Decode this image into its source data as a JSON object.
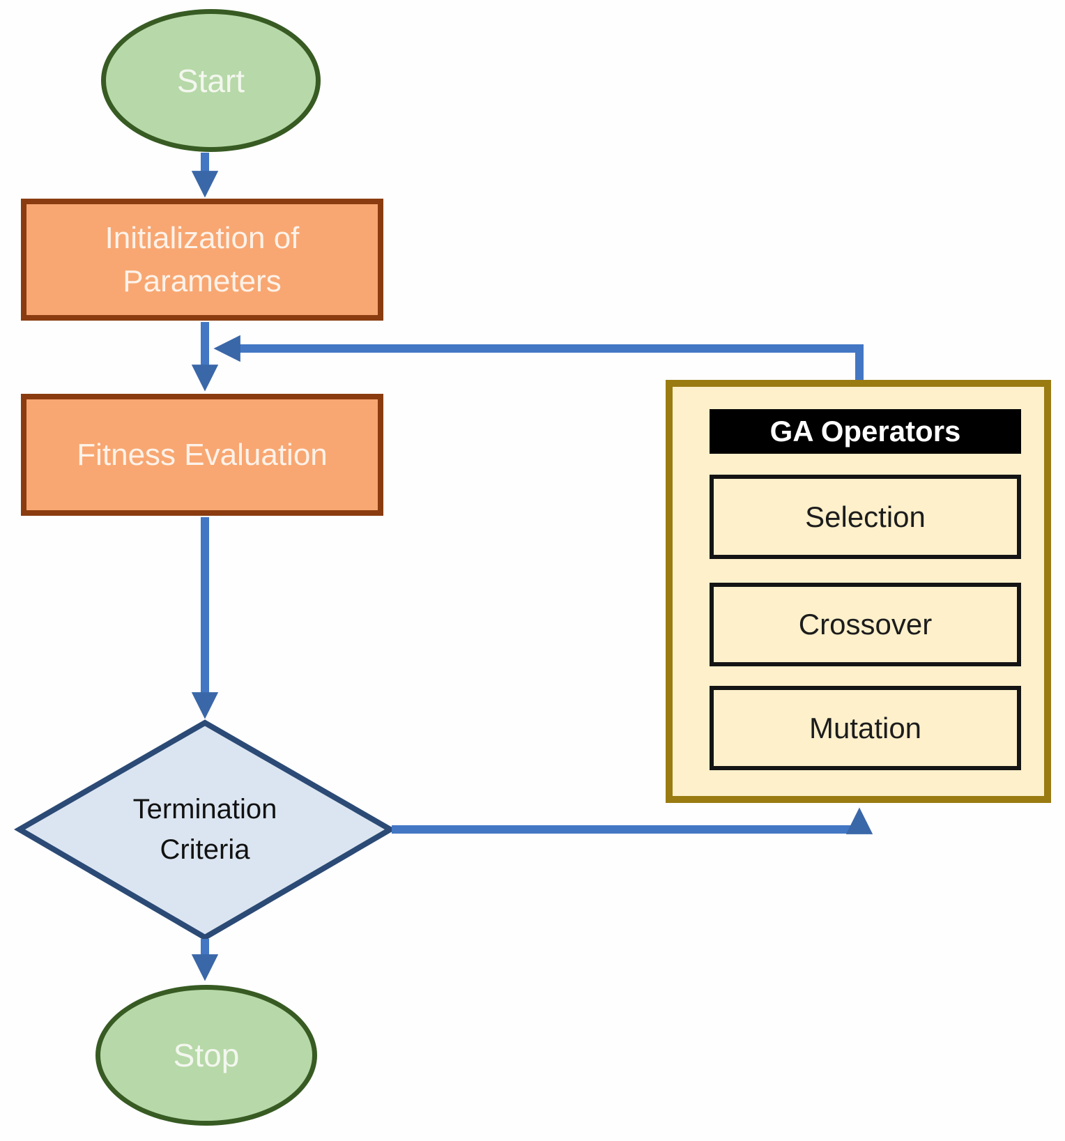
{
  "nodes": {
    "start": {
      "label": "Start",
      "type": "terminator"
    },
    "initialization": {
      "label": "Initialization of Parameters",
      "type": "process"
    },
    "fitness_evaluation": {
      "label": "Fitness Evaluation",
      "type": "process"
    },
    "termination_criteria": {
      "label": "Termination Criteria",
      "type": "decision"
    },
    "stop": {
      "label": "Stop",
      "type": "terminator"
    },
    "ga_operators": {
      "header": "GA Operators",
      "operators": [
        "Selection",
        "Crossover",
        "Mutation"
      ]
    }
  },
  "edges": [
    {
      "from": "start",
      "to": "initialization"
    },
    {
      "from": "initialization",
      "to": "fitness_evaluation"
    },
    {
      "from": "fitness_evaluation",
      "to": "termination_criteria"
    },
    {
      "from": "termination_criteria",
      "to": "stop"
    },
    {
      "from": "termination_criteria",
      "to": "ga_operators"
    },
    {
      "from": "ga_operators",
      "to": "fitness_evaluation"
    }
  ],
  "colors": {
    "terminator_fill": "#b7d8a8",
    "terminator_border": "#375b23",
    "process_fill": "#f8a772",
    "process_border": "#8a3c10",
    "decision_fill": "#dbe5f1",
    "decision_border": "#2b4a75",
    "panel_fill": "#fdf0cb",
    "panel_border": "#9a7b12",
    "operator_box_border": "#141414",
    "header_bg": "#000000",
    "header_text": "#ffffff",
    "arrow_line": "#4377c4",
    "arrow_head": "#3a67a8"
  }
}
